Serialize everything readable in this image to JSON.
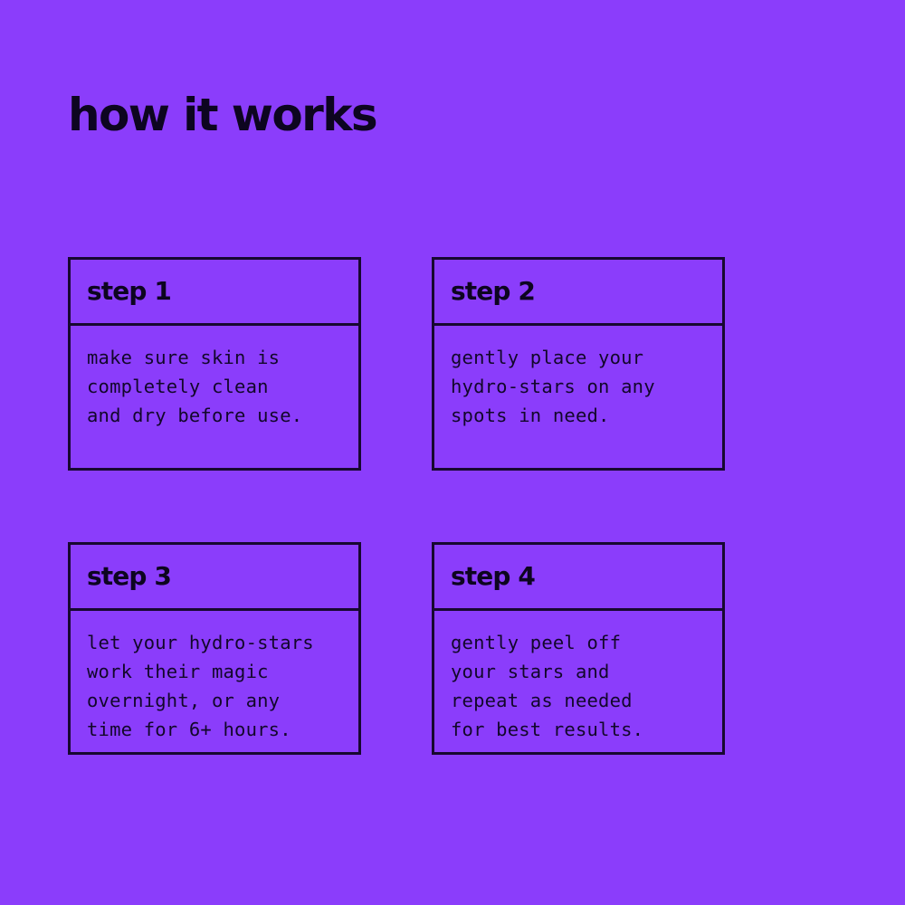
{
  "theme": {
    "background_color": "#8b3dfb",
    "ink_color": "#0d0520",
    "border_color": "#170830",
    "body_text_color": "#12072a"
  },
  "header": {
    "title": "how it works"
  },
  "steps": [
    {
      "title": "step 1",
      "body": "make sure skin is\ncompletely clean\nand dry before use."
    },
    {
      "title": "step 2",
      "body": "gently place your\nhydro-stars on any\nspots in need."
    },
    {
      "title": "step 3",
      "body": "let your hydro-stars\nwork their magic\novernight, or any\ntime for 6+ hours."
    },
    {
      "title": "step 4",
      "body": "gently peel off\nyour stars and\nrepeat as needed\nfor best results."
    }
  ]
}
